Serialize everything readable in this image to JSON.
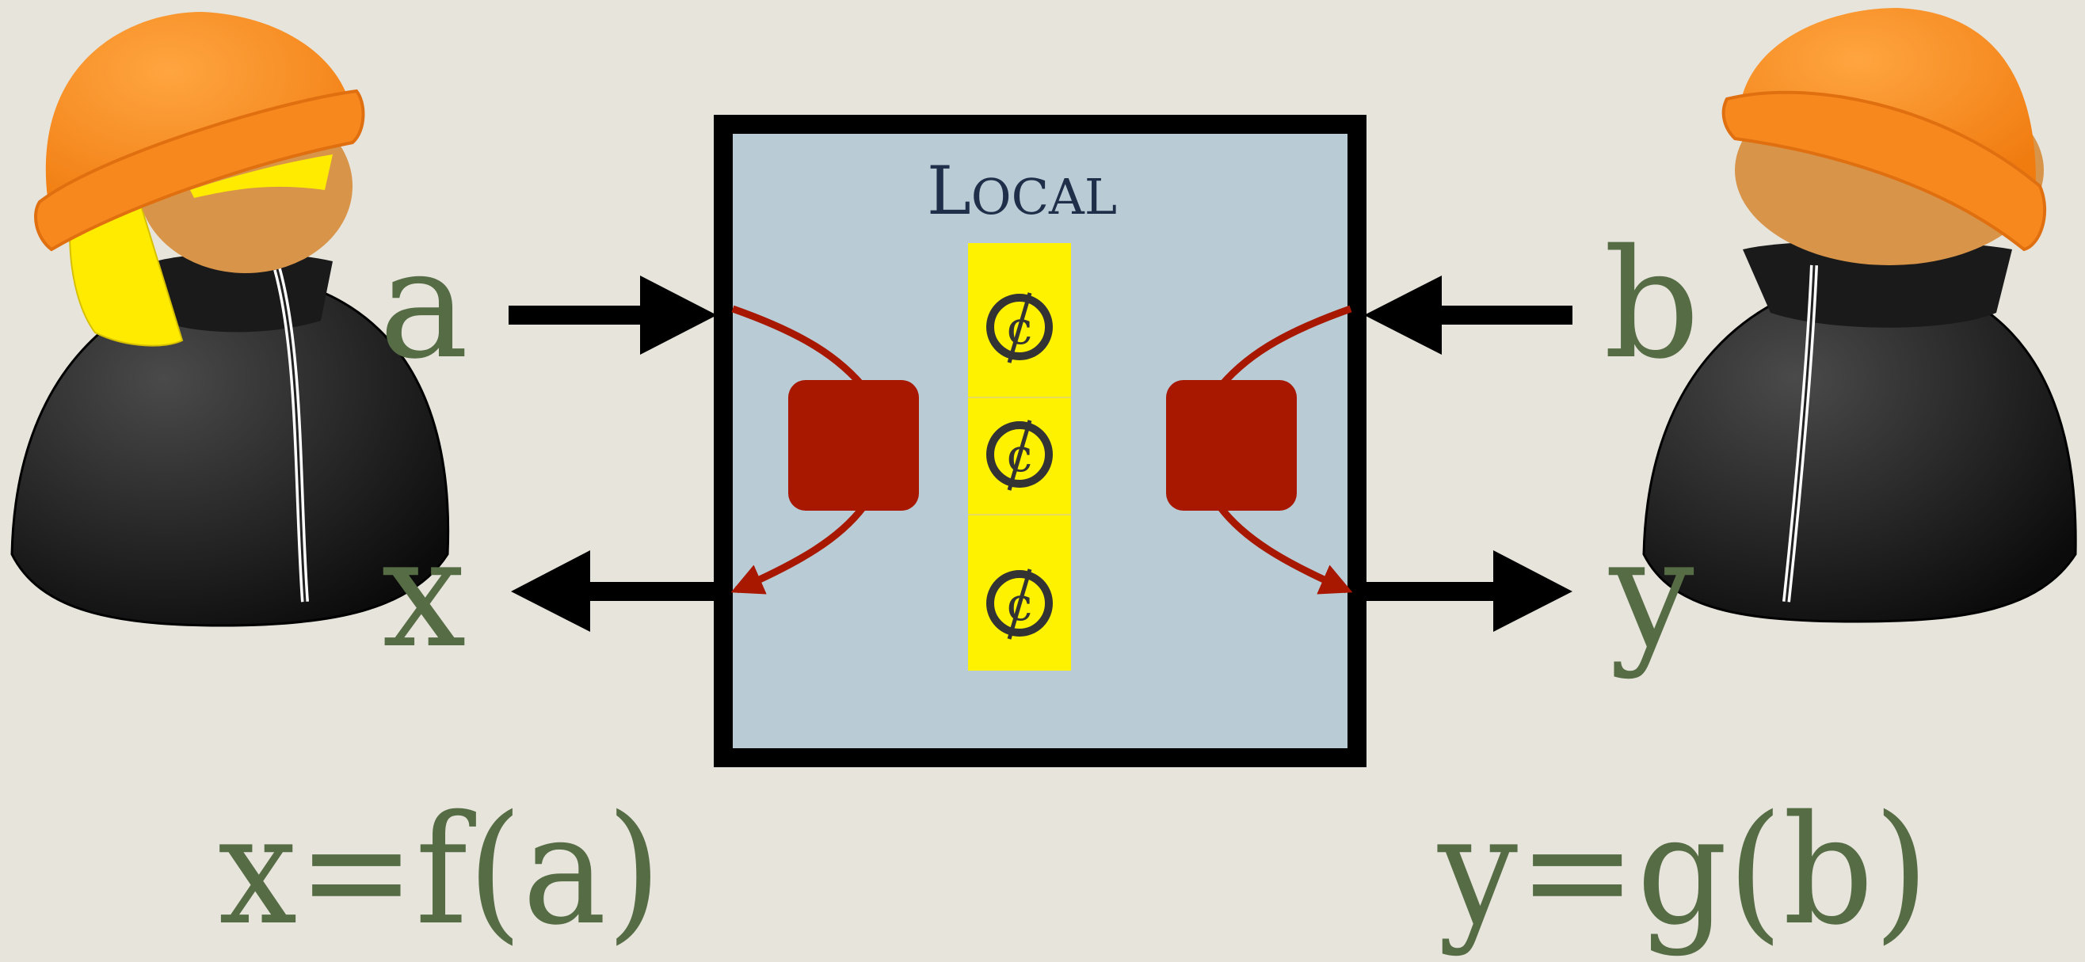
{
  "box": {
    "title_initial": "L",
    "title_rest": "OCAL",
    "fill_color": "#b9ccd6",
    "border_color": "#000000"
  },
  "left_user": {
    "input_label": "a",
    "output_label": "x",
    "equation": "x=f(a)"
  },
  "right_user": {
    "input_label": "b",
    "output_label": "y",
    "equation": "y=g(b)"
  },
  "colors": {
    "label": "#566c45",
    "hat": "#f7881e",
    "hair": "#ffeb00",
    "face": "#d89448",
    "jacket": "#111111",
    "processor": "#a81800",
    "coin_strip": "#fff200",
    "background": "#e7e4dc"
  },
  "icons": [
    "user-icon",
    "processor-icon",
    "no-copyright-icon"
  ]
}
